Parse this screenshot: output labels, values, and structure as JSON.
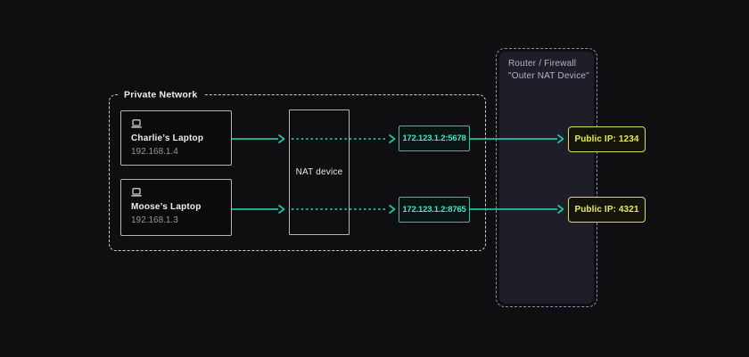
{
  "colors": {
    "background": "#0f0f12",
    "teal": "#1ec3a6",
    "teal_border": "#2cc2a8",
    "teal_text": "#4ae2c6",
    "teal_fill": "#081511",
    "yellow_border": "#dedd4e",
    "yellow_text": "#eaea58",
    "yellow_fill": "#14140a",
    "lavender_text": "#b3b1cd",
    "dash_lavender": "#8e8cb0",
    "dash_gray": "#cfcfcf",
    "box_border": "#b5b5b5",
    "device_fill": "#0b0b0e",
    "router_fill": "#1d1e28",
    "text_white": "#efefef",
    "text_muted": "#969696"
  },
  "private_network": {
    "label": "Private Network",
    "devices": [
      {
        "name": "Charlie’s Laptop",
        "ip": "192.168.1.4",
        "icon": "laptop-icon"
      },
      {
        "name": "Moose’s Laptop",
        "ip": "192.168.1.3",
        "icon": "laptop-icon"
      }
    ],
    "nat_device_label": "NAT device"
  },
  "nat_mappings": [
    {
      "address": "172.123.1.2:5678"
    },
    {
      "address": "172.123.1.2:8765"
    }
  ],
  "router": {
    "label_line1": "Router / Firewall",
    "label_line2": "\"Outer NAT Device\"",
    "public_ips": [
      {
        "label": "Public IP: 1234"
      },
      {
        "label": "Public IP: 4321"
      }
    ]
  }
}
